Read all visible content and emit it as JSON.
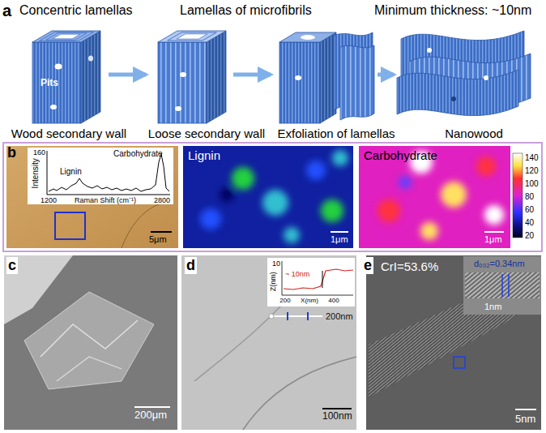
{
  "diagram": {
    "labels": [
      "a",
      "Concentric lamellas",
      "Lamellas of microfibrils",
      "Minimum thickness: ~10nm",
      "Pits",
      "Wood secondary wall",
      "Loose secondary wall",
      "Exfoliation of lamellas",
      "Nanowood",
      "b",
      "160",
      "Intensity",
      "Carbohydrate",
      "Lignin",
      "1200",
      "Raman Shift (cm⁻¹)",
      "2800",
      "5μm",
      "Lignin",
      "1μm",
      "Carbohydrate",
      "1μm",
      "140",
      "120",
      "100",
      "80",
      "60",
      "40",
      "20",
      "c",
      "200μm",
      "d",
      "10",
      "Z(nm)",
      "~ 10nm",
      "200",
      "400",
      "X(nm)",
      "200nm",
      "100nm",
      "e",
      "CrI=53.6%",
      "d₀₀₂=0.34nm",
      "1nm",
      "5nm"
    ]
  }
}
